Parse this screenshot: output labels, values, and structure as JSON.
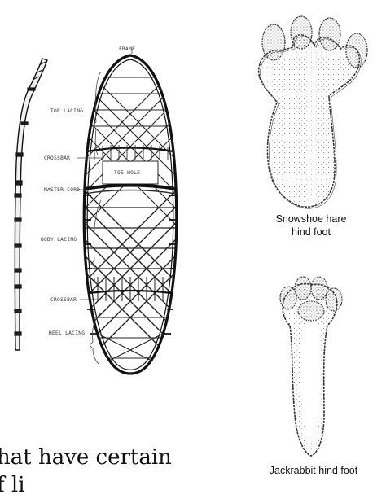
{
  "snowshoe_diagram": {
    "labels": {
      "frame": "FRAME",
      "toe_lacing": "TOE LACING",
      "crossbar_top": "CROSSBAR",
      "toe_hole": "TOE HOLE",
      "master_cord": "MASTER CORD",
      "body_lacing": "BODY LACING",
      "crossbar_bottom": "CROSSBAR",
      "heel_lacing": "HEEL LACING"
    }
  },
  "feet": {
    "snowshoe_caption_line1": "Snowshoe hare",
    "snowshoe_caption_line2": "hind foot",
    "jackrabbit_caption": "Jackrabbit hind foot"
  },
  "body_text": {
    "line1": "hat have certain",
    "line2": "f li"
  }
}
